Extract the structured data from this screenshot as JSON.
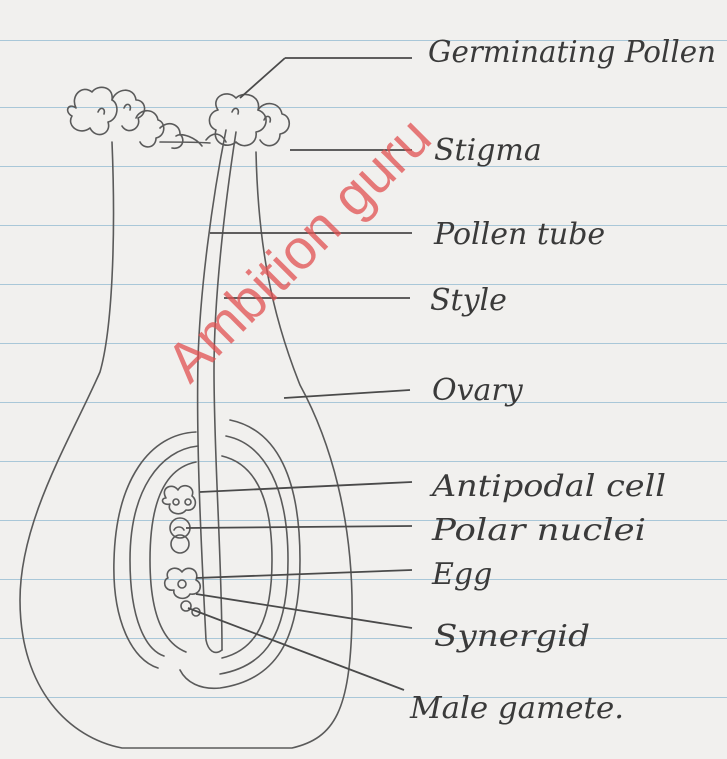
{
  "watermark": "Ambition guru",
  "labels": {
    "germinating_pollen": "Germinating Pollen",
    "stigma": "Stigma",
    "pollen_tube": "Pollen tube",
    "style": "Style",
    "ovary": "Ovary",
    "antipodal_cell": "Antipodal cell",
    "polar_nuclei": "Polar nuclei",
    "egg": "Egg",
    "synergid": "Synergid",
    "male_gamete": "Male gamete."
  }
}
